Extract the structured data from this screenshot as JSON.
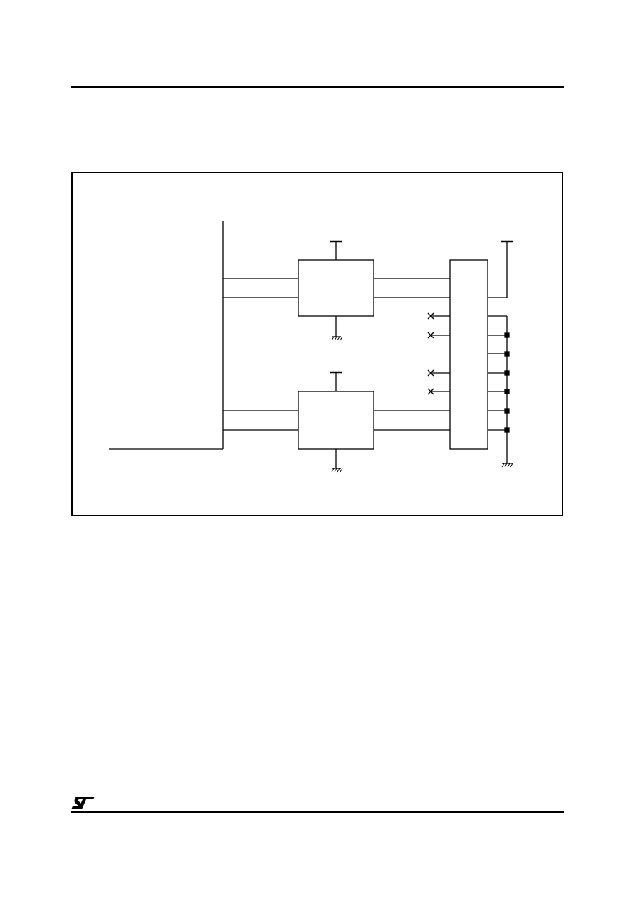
{
  "document": {
    "logo": {
      "text": "ST",
      "icon": "st-logo-icon",
      "color": "#000000"
    }
  },
  "diagram": {
    "stroke_color": "#000000",
    "blocks": [
      "upper-device-box",
      "lower-device-box",
      "connector-box"
    ],
    "symbols": {
      "supply": "supply-tee-icon",
      "ground": "ground-hatch-icon",
      "no_connect": "no-connect-x-icon",
      "junction": "junction-dot-icon"
    }
  }
}
